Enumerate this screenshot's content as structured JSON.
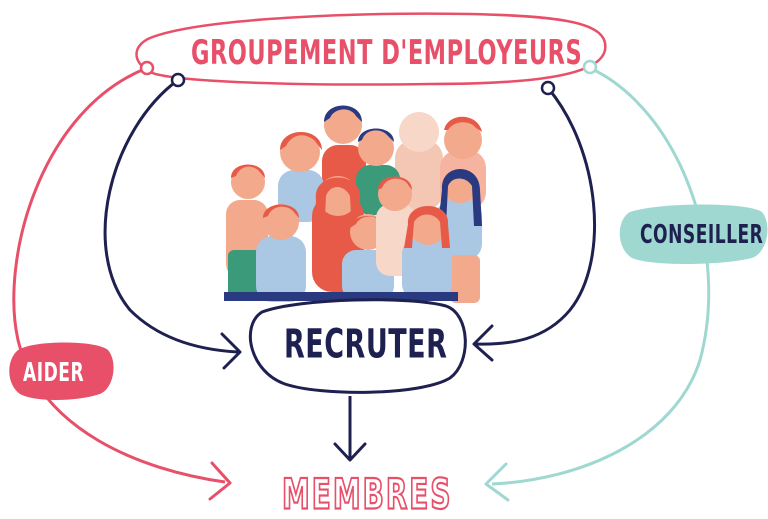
{
  "nodes": {
    "top": "GROUPEMENT D'EMPLOYEURS",
    "center": "RECRUTER",
    "bottom": "MEMBRES"
  },
  "edges": {
    "left": "AIDER",
    "right": "CONSEILLER"
  },
  "colors": {
    "red": "#e8506a",
    "navy": "#1e2050",
    "teal": "#9fd8d1",
    "skin": "#f2a98c",
    "hair_red": "#e85a48"
  },
  "illustration": "group-of-people"
}
